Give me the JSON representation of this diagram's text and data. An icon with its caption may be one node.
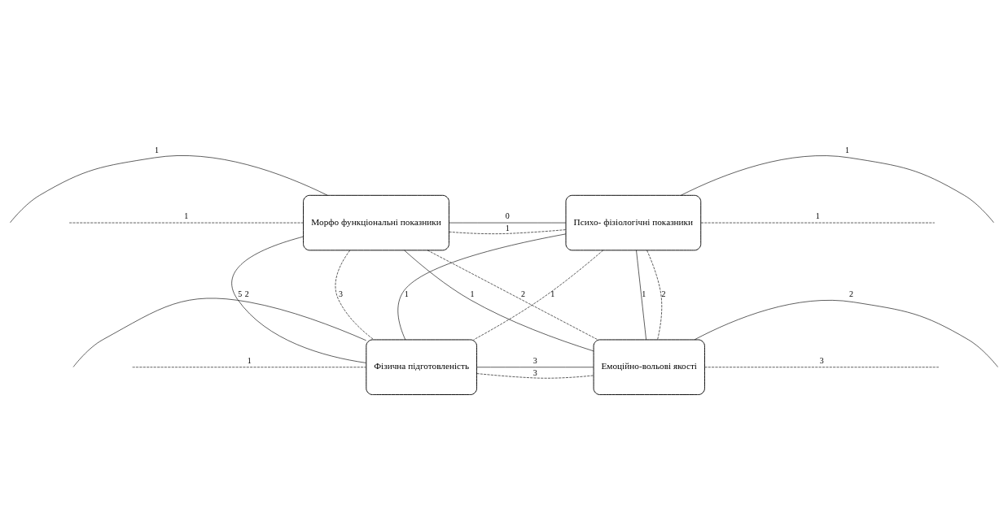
{
  "diagram": {
    "nodes": [
      {
        "text": [
          "Морфо функціональні показники"
        ]
      },
      {
        "text": [
          "Психо- фізіологічні показники"
        ]
      },
      {
        "text": [
          "Фізична підготовленість"
        ]
      },
      {
        "text": [
          "Емоційно-вольові якості"
        ]
      }
    ],
    "edges": [
      {
        "from": 0,
        "to": 1,
        "arrow": "none",
        "label": "0"
      },
      {
        "from": 0,
        "to": 1,
        "arrow": "none",
        "label": "1",
        "style": "dashed"
      },
      {
        "from": 0,
        "to": 3,
        "arrow": "none",
        "label": "1"
      },
      {
        "from": 0,
        "to": 3,
        "arrow": "none",
        "label": "2",
        "style": "dashed"
      },
      {
        "from": 1,
        "to": 2,
        "arrow": "none",
        "label": "1"
      },
      {
        "from": 1,
        "to": 2,
        "arrow": "none",
        "label": "1",
        "style": "dashed"
      },
      {
        "from": 0,
        "to": 2,
        "arrow": "none",
        "label": "5"
      },
      {
        "from": 0,
        "to": 2,
        "arrow": "none",
        "label": "3",
        "style": "dashed"
      },
      {
        "from": 1,
        "to": 3,
        "arrow": "none",
        "label": "1"
      },
      {
        "from": 1,
        "to": 3,
        "arrow": "none",
        "label": "2",
        "style": "dashed"
      },
      {
        "from": 2,
        "to": 3,
        "arrow": "none",
        "label": "3"
      },
      {
        "from": 2,
        "to": 3,
        "arrow": "none",
        "label": "3",
        "style": "dashed"
      },
      {
        "from": null,
        "to": 0,
        "arrow": "none",
        "label": "1"
      },
      {
        "from": null,
        "to": 0,
        "arrow": "none",
        "label": "1",
        "style": "dashed"
      },
      {
        "from": null,
        "to": 1,
        "arrow": "none",
        "label": "1"
      },
      {
        "from": null,
        "to": 1,
        "arrow": "none",
        "label": "1",
        "style": "dashed"
      },
      {
        "from": null,
        "to": 2,
        "arrow": "none",
        "label": "2"
      },
      {
        "from": null,
        "to": 2,
        "arrow": "none",
        "label": "1",
        "style": "dashed"
      },
      {
        "from": null,
        "to": 3,
        "arrow": "none",
        "label": "2"
      },
      {
        "from": null,
        "to": 3,
        "arrow": "none",
        "label": "3",
        "style": "dashed"
      }
    ]
  }
}
